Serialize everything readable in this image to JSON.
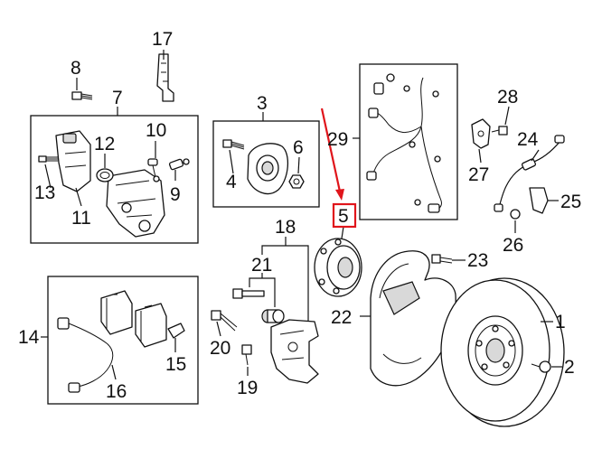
{
  "diagram": {
    "highlight_color": "#e0151b",
    "ink_color": "#111111",
    "background": "#ffffff",
    "highlighted_callout": "5",
    "callouts": {
      "c1": "1",
      "c2": "2",
      "c3": "3",
      "c4": "4",
      "c5": "5",
      "c6": "6",
      "c7": "7",
      "c8": "8",
      "c9": "9",
      "c10": "10",
      "c11": "11",
      "c12": "12",
      "c13": "13",
      "c14": "14",
      "c15": "15",
      "c16": "16",
      "c17": "17",
      "c18": "18",
      "c19": "19",
      "c20": "20",
      "c21": "21",
      "c22": "22",
      "c23": "23",
      "c24": "24",
      "c25": "25",
      "c26": "26",
      "c27": "27",
      "c28": "28",
      "c29": "29"
    }
  }
}
